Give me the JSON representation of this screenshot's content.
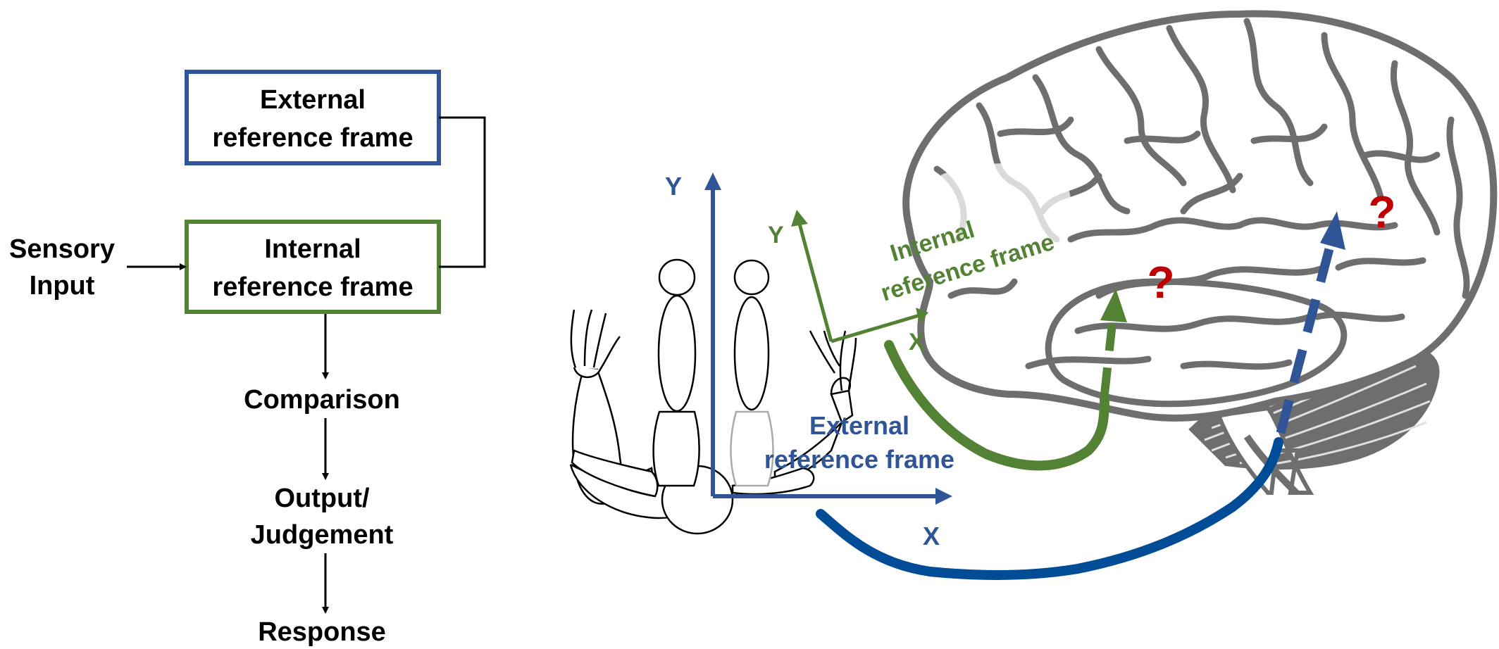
{
  "flowchart": {
    "external_box": {
      "line1": "External",
      "line2": "reference frame",
      "color": "#2f5597"
    },
    "internal_box": {
      "line1": "Internal",
      "line2": "reference frame",
      "color": "#548235"
    },
    "sensory_input": {
      "line1": "Sensory",
      "line2": "Input"
    },
    "steps": {
      "comparison": "Comparison",
      "output_line1": "Output/",
      "output_line2": "Judgement",
      "response": "Response"
    }
  },
  "illustration": {
    "external_axes": {
      "y_label": "Y",
      "x_label": "X",
      "color": "#2f5597"
    },
    "internal_axes": {
      "y_label": "Y",
      "x_label": "X",
      "color": "#548235"
    },
    "external_frame_label": {
      "line1": "External",
      "line2": "reference frame"
    },
    "internal_frame_label": {
      "line1": "Internal",
      "line2": "reference frame"
    },
    "question_marks": [
      "?",
      "?"
    ],
    "pathway_colors": {
      "external": "#004c97",
      "internal": "#548235",
      "question": "#c00000"
    }
  }
}
